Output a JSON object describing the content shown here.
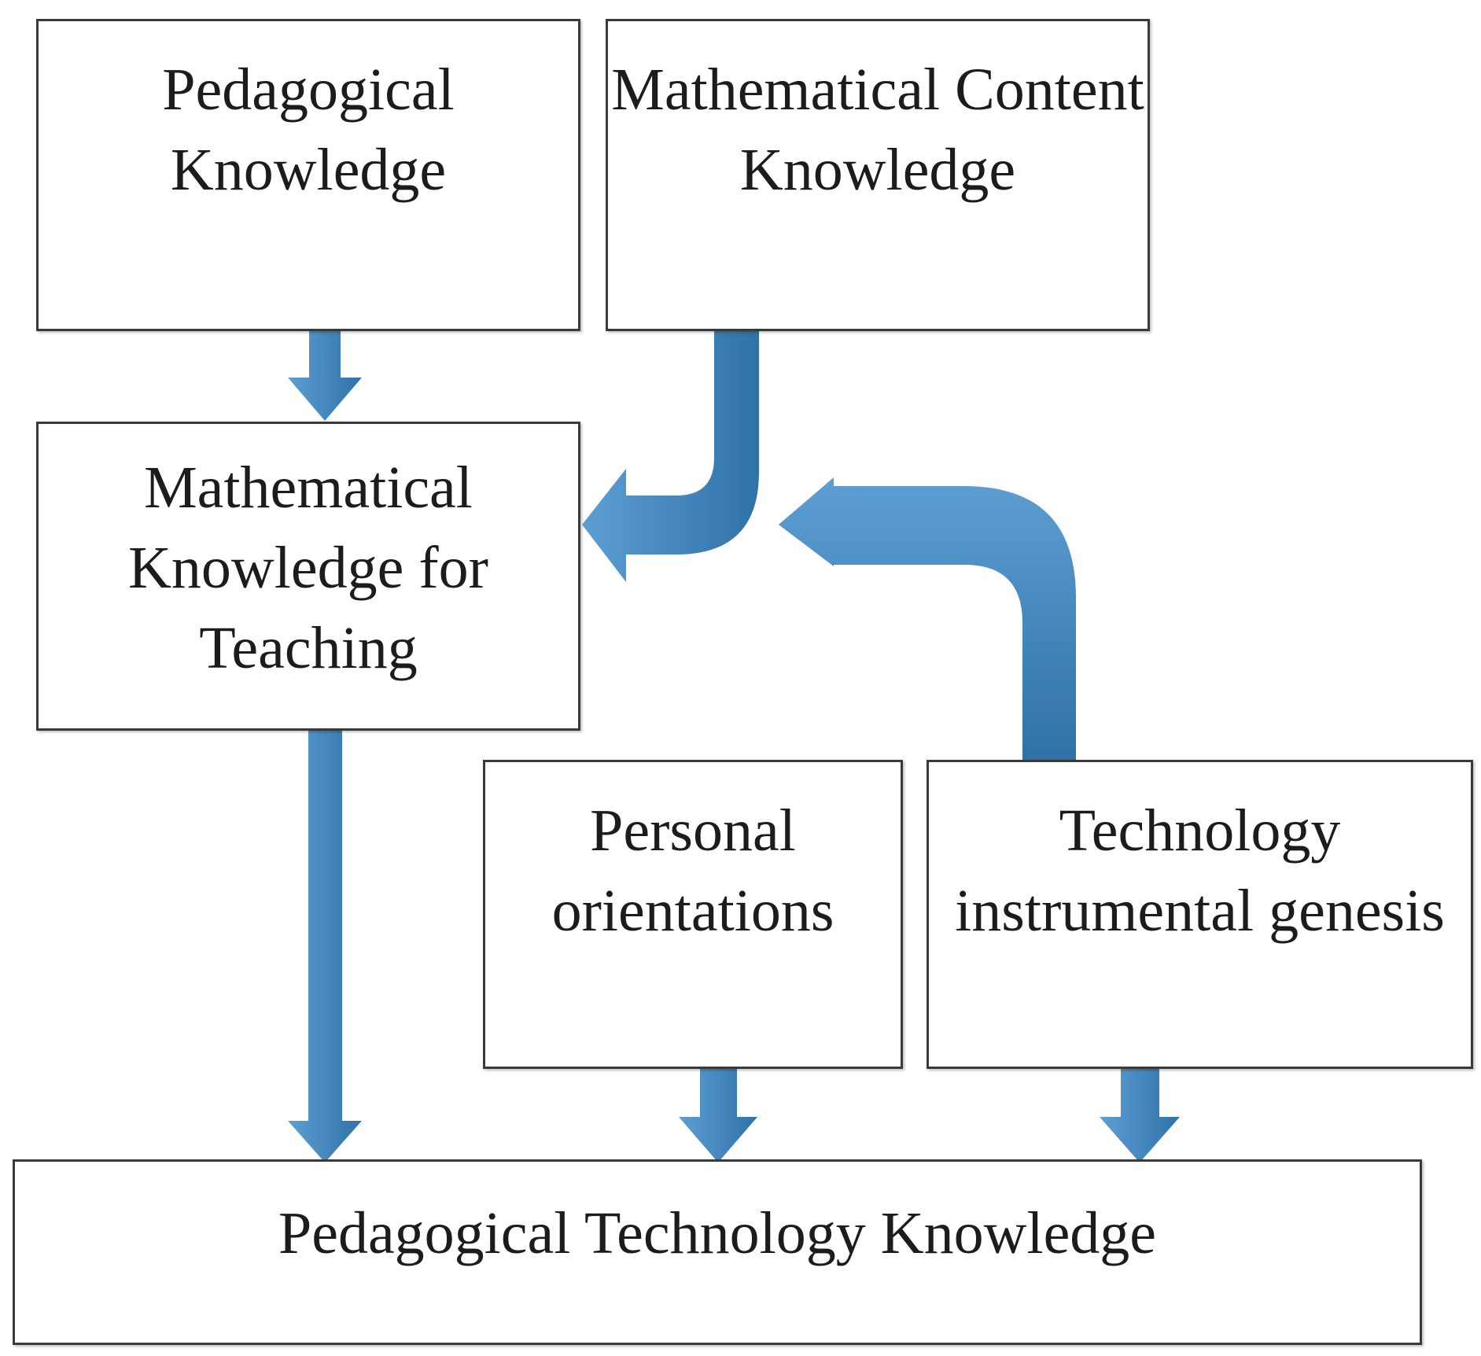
{
  "boxes": {
    "pedagogical_knowledge": {
      "lines": [
        "Pedagogical",
        "Knowledge"
      ]
    },
    "mathematical_content_knowledge": {
      "lines": [
        "Mathematical Content",
        "Knowledge"
      ]
    },
    "mathematical_knowledge_for_teaching": {
      "lines": [
        "Mathematical",
        "Knowledge for",
        "Teaching"
      ]
    },
    "personal_orientations": {
      "lines": [
        "Personal",
        "orientations"
      ]
    },
    "technology_instrumental_genesis": {
      "lines": [
        "Technology",
        "instrumental genesis"
      ]
    },
    "pedagogical_technology_knowledge": {
      "lines": [
        "Pedagogical Technology Knowledge"
      ]
    }
  },
  "colors": {
    "arrow_light": "#5d9fd3",
    "arrow_dark": "#2f72a8",
    "box_border": "#3a3a3a",
    "text": "#1c1c1c"
  },
  "connections": [
    {
      "from": "Pedagogical Knowledge",
      "to": "Mathematical Knowledge for Teaching"
    },
    {
      "from": "Mathematical Content Knowledge",
      "to": "Mathematical Knowledge for Teaching"
    },
    {
      "from": "Technology instrumental genesis",
      "to": "Mathematical Knowledge for Teaching"
    },
    {
      "from": "Mathematical Knowledge for Teaching",
      "to": "Pedagogical Technology Knowledge"
    },
    {
      "from": "Personal orientations",
      "to": "Pedagogical Technology Knowledge"
    },
    {
      "from": "Technology instrumental genesis",
      "to": "Pedagogical Technology Knowledge"
    }
  ]
}
